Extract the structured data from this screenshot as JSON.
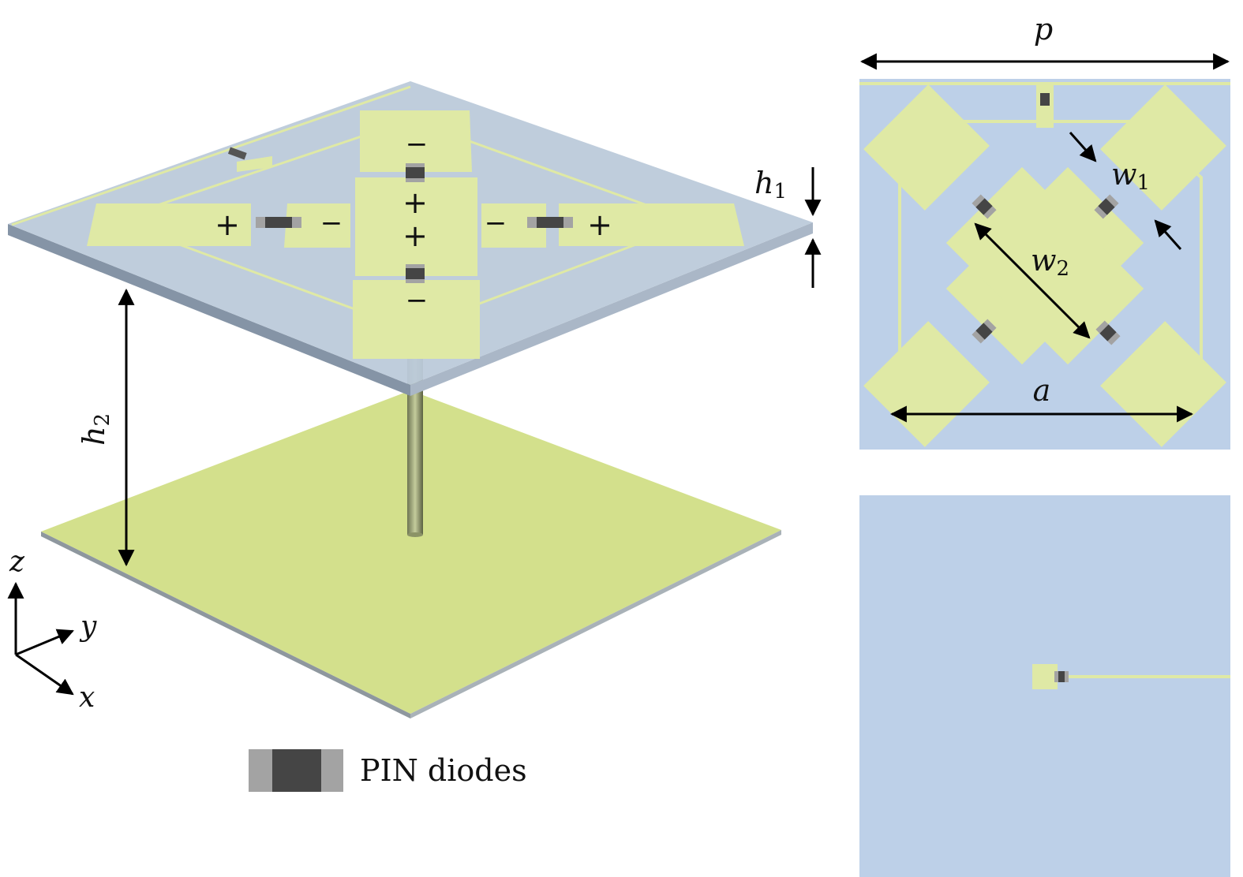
{
  "labels": {
    "p": "p",
    "h1_main": "h",
    "h1_sub": "1",
    "h2_main": "h",
    "h2_sub": "2",
    "w1_main": "w",
    "w1_sub": "1",
    "w2_main": "w",
    "w2_sub": "2",
    "a": "a"
  },
  "axes": {
    "z": "z",
    "y": "y",
    "x": "x"
  },
  "polarity": {
    "top_minus": "−",
    "center_plus_upper": "+",
    "center_plus_lower": "+",
    "bottom_minus": "−",
    "left_plus": "+",
    "left_minus": "−",
    "right_minus": "−",
    "right_plus": "+"
  },
  "legend": {
    "text": "PIN diodes"
  },
  "colors": {
    "substrate": "#b9c8dd",
    "substrate_edge": "#8d9bb0",
    "metal": "#dfe9a5",
    "ground_metal": "#d3e08c",
    "panel_bg": "#bdd0e8",
    "diode_dark": "#454545",
    "diode_light": "#a3a3a3"
  }
}
